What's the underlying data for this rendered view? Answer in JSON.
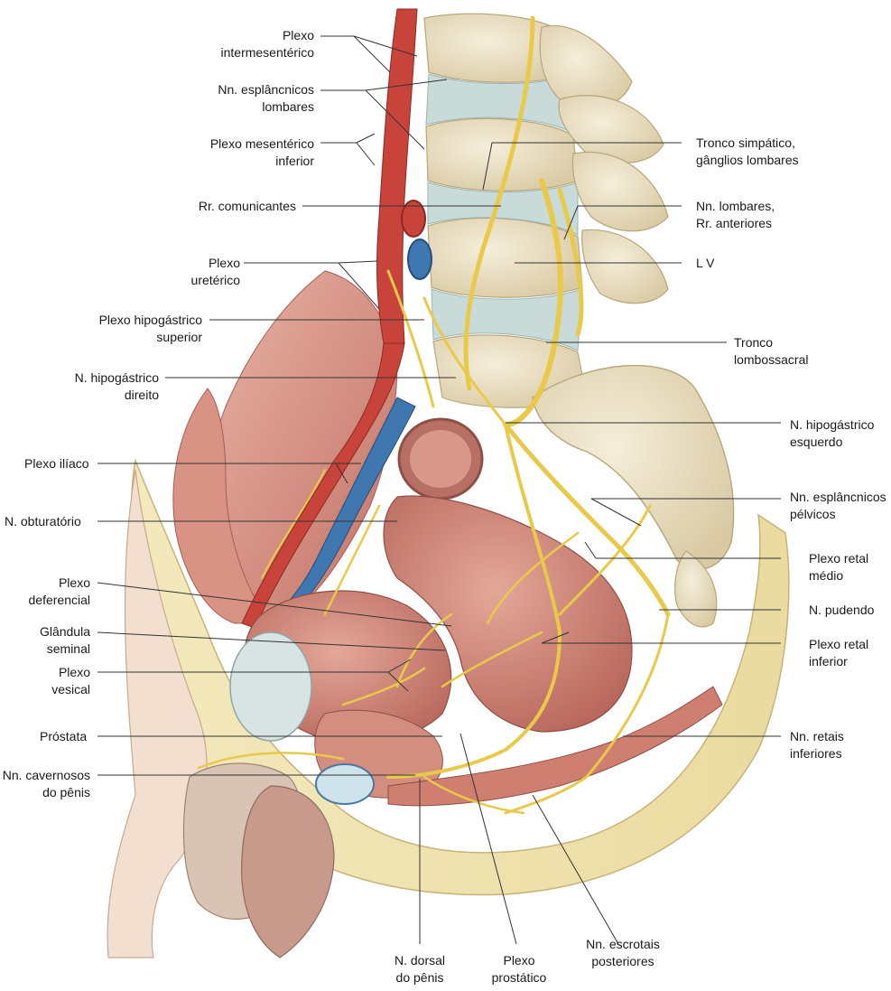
{
  "labels": {
    "plexo_intermesenterico": [
      "Plexo",
      "intermesentérico"
    ],
    "nn_esplancnicos_lombares": [
      "Nn. esplâncnicos",
      "lombares"
    ],
    "plexo_mesenterico_inferior": [
      "Plexo mesentérico",
      "inferior"
    ],
    "rr_comunicantes": [
      "Rr. comunicantes"
    ],
    "plexo_ureterico": [
      "Plexo",
      "uretérico"
    ],
    "plexo_hipogastrico_superior": [
      "Plexo hipogástrico",
      "superior"
    ],
    "n_hipogastrico_direito": [
      "N. hipogástrico",
      "direito"
    ],
    "plexo_iliaco": [
      "Plexo ilíaco"
    ],
    "n_obturatorio": [
      "N. obturatório"
    ],
    "plexo_deferencial": [
      "Plexo",
      "deferencial"
    ],
    "glandula_seminal": [
      "Glândula",
      "seminal"
    ],
    "plexo_vesical": [
      "Plexo",
      "vesical"
    ],
    "prostata": [
      "Próstata"
    ],
    "nn_cavernosos": [
      "Nn. cavernosos",
      "do pênis"
    ],
    "tronco_simpatico": [
      "Tronco simpático,",
      "gânglios lombares"
    ],
    "nn_lombares": [
      "Nn. lombares,",
      "Rr. anteriores"
    ],
    "lv": [
      "L V"
    ],
    "tronco_lombossacral": [
      "Tronco",
      "lombossacral"
    ],
    "n_hipogastrico_esquerdo": [
      "N. hipogástrico",
      "esquerdo"
    ],
    "nn_esplancnicos_pelvicos": [
      "Nn. esplâncnicos",
      "pélvicos"
    ],
    "plexo_retal_medio": [
      "Plexo retal",
      "médio"
    ],
    "n_pudendo": [
      "N. pudendo"
    ],
    "plexo_retal_inferior": [
      "Plexo retal",
      "inferior"
    ],
    "nn_retais_inferiores": [
      "Nn. retais",
      "inferiores"
    ],
    "n_dorsal": [
      "N. dorsal",
      "do pênis"
    ],
    "plexo_prostatico": [
      "Plexo",
      "prostático"
    ],
    "nn_escrotais": [
      "Nn. escrotais",
      "posteriores"
    ]
  },
  "colors": {
    "nerve": "#e9c94a",
    "artery": "#c8443a",
    "vein": "#3f77b0",
    "bone": "#e6dcc0",
    "muscle": "#c7766a",
    "fat": "#f1e6b4"
  }
}
